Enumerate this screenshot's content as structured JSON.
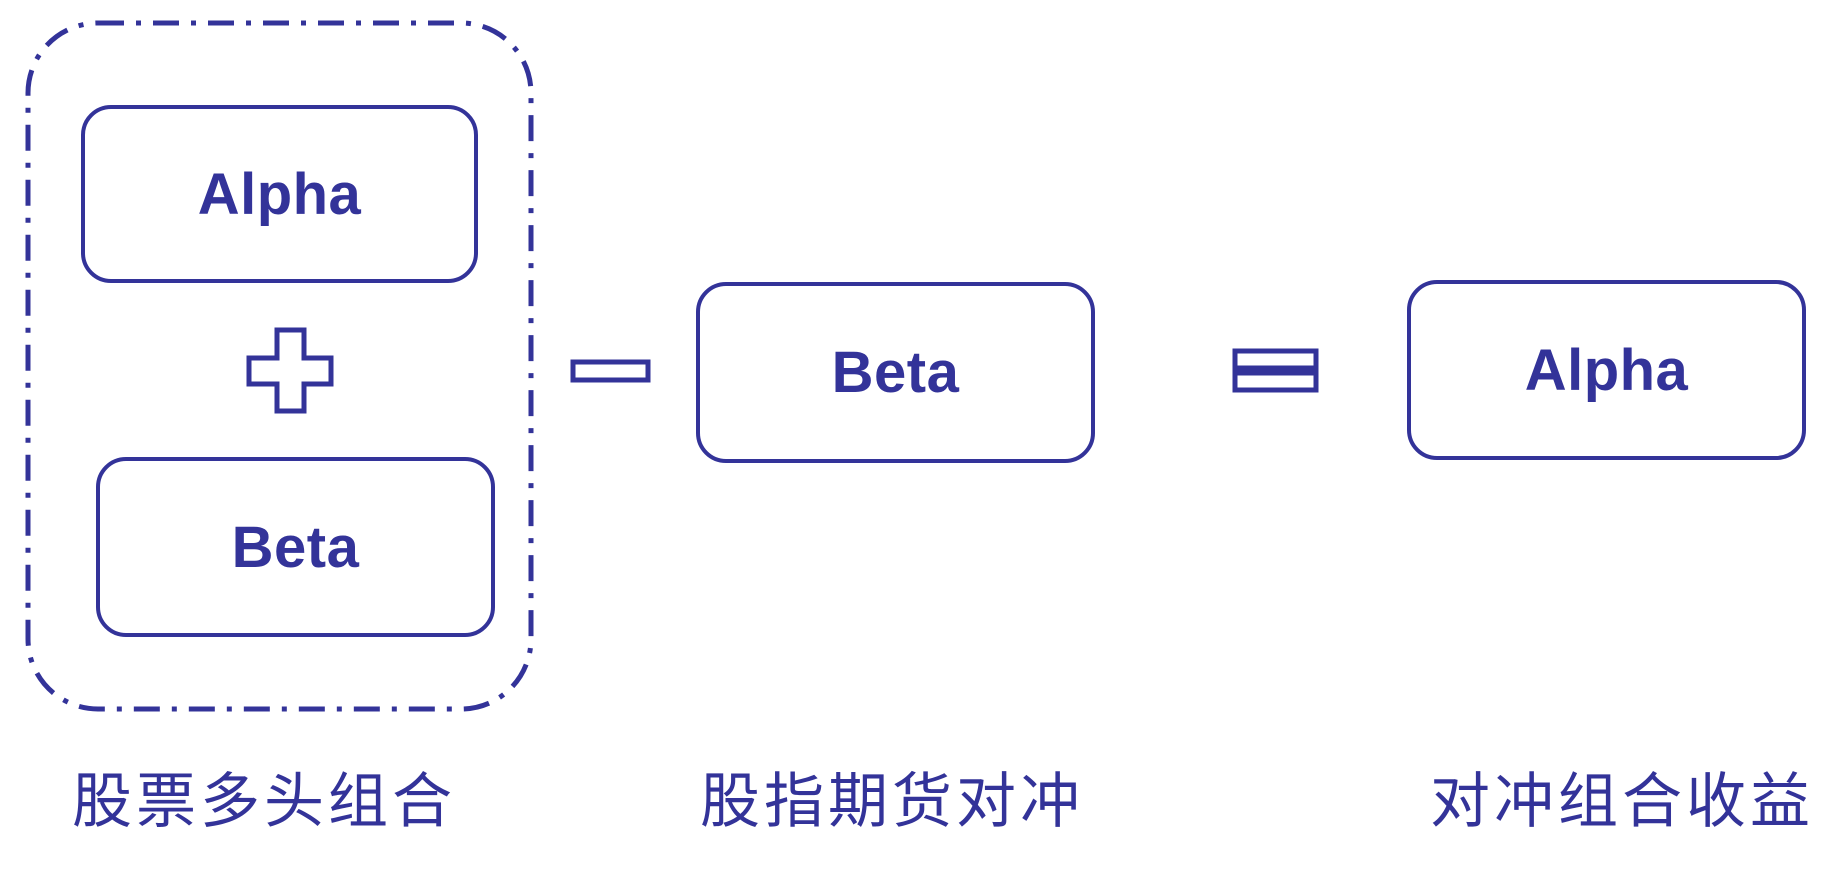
{
  "diagram": {
    "accent_color": "#333399",
    "long_portfolio": {
      "components": [
        {
          "label": "Alpha"
        },
        {
          "label": "Beta"
        }
      ],
      "operator": "plus",
      "caption": "股票多头组合"
    },
    "minus_operator": "minus",
    "hedge": {
      "label": "Beta",
      "caption": "股指期货对冲"
    },
    "equals_operator": "equals",
    "result": {
      "label": "Alpha",
      "caption": "对冲组合收益"
    }
  }
}
